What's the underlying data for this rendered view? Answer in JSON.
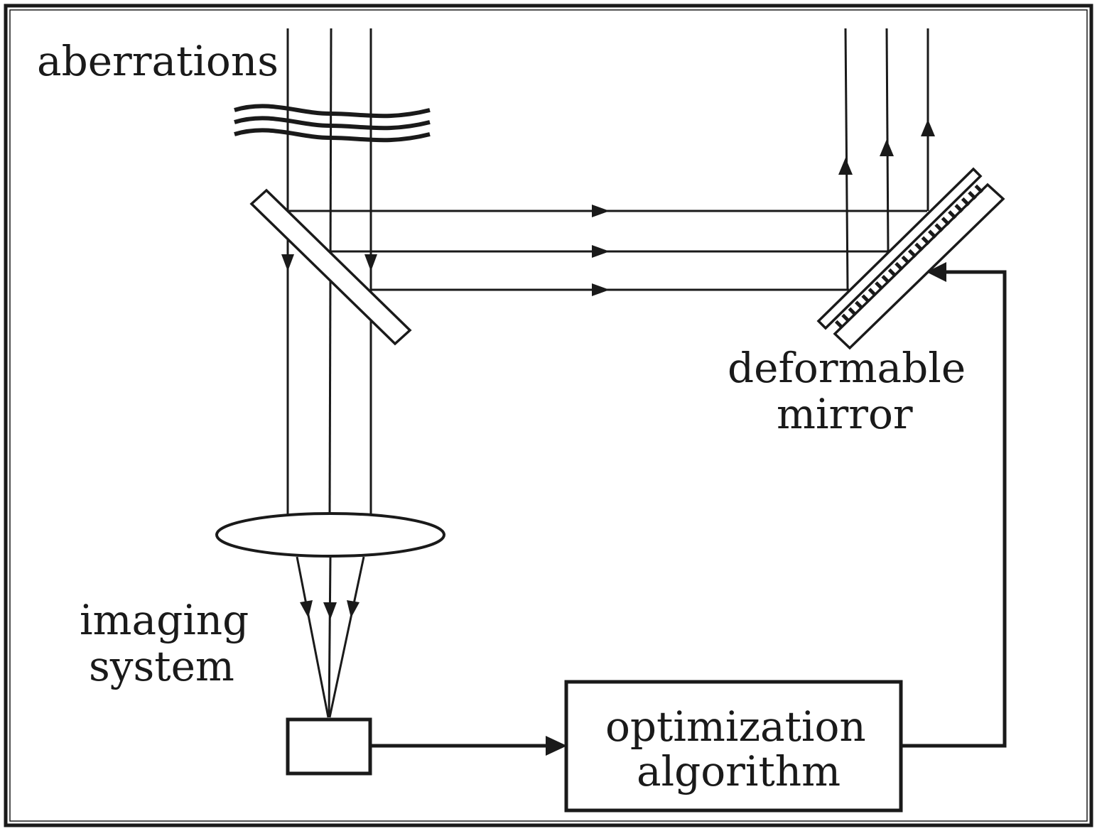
{
  "labels": {
    "aberrations": "aberrations",
    "deformable_mirror_line1": "deformable",
    "deformable_mirror_line2": "mirror",
    "imaging_system_line1": "imaging",
    "imaging_system_line2": "system",
    "optimization_line1": "optimization",
    "optimization_line2": "algorithm"
  },
  "colors": {
    "ink": "#1a1a1a",
    "background": "#ffffff"
  }
}
